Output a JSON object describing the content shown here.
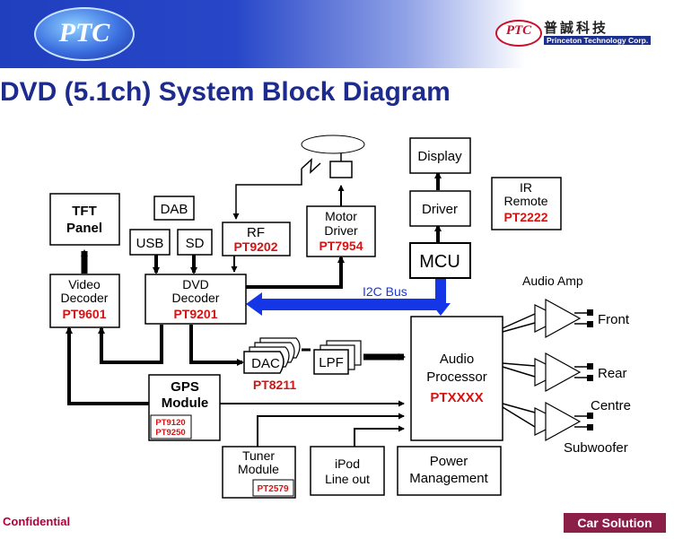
{
  "header": {
    "logo_left": "PTC",
    "logo_right": "PTC",
    "company_chinese": "普誠科技",
    "company_english": "Princeton Technology Corp."
  },
  "title": "DVD (5.1ch) System Block Diagram",
  "diagram": {
    "blocks": {
      "tft_panel": {
        "label": [
          "TFT",
          "Panel"
        ]
      },
      "dab": {
        "label": "DAB"
      },
      "usb": {
        "label": "USB"
      },
      "sd": {
        "label": "SD"
      },
      "rf": {
        "label": "RF",
        "part": "PT9202"
      },
      "motor_driver": {
        "label": [
          "Motor",
          "Driver"
        ],
        "part": "PT7954"
      },
      "display": {
        "label": "Display"
      },
      "driver": {
        "label": "Driver"
      },
      "ir_remote": {
        "label": [
          "IR",
          "Remote"
        ],
        "part": "PT2222"
      },
      "mcu": {
        "label": "MCU"
      },
      "video_decoder": {
        "label": [
          "Video",
          "Decoder"
        ],
        "part": "PT9601"
      },
      "dvd_decoder": {
        "label": [
          "DVD",
          "Decoder"
        ],
        "part": "PT9201"
      },
      "dac": {
        "label": "DAC",
        "part": "PT8211"
      },
      "lpf": {
        "label": "LPF"
      },
      "audio_processor": {
        "label": [
          "Audio",
          "Processor"
        ],
        "part": "PTXXXX"
      },
      "gps_module": {
        "label": [
          "GPS",
          "Module"
        ],
        "parts": [
          "PT9120",
          "PT9250"
        ]
      },
      "tuner_module": {
        "label": [
          "Tuner",
          "Module"
        ],
        "part": "PT2579"
      },
      "ipod": {
        "label": [
          "iPod",
          "Line out"
        ]
      },
      "power_management": {
        "label": [
          "Power",
          "Management"
        ]
      }
    },
    "bus_label": "I2C Bus",
    "audio_amp_label": "Audio Amp",
    "outputs": [
      "Front",
      "Rear",
      "Centre",
      "Subwoofer"
    ]
  },
  "footer": {
    "confidential": "Confidential",
    "badge": "Car Solution"
  },
  "colors": {
    "title": "#1d2b8f",
    "part_number": "#d41414",
    "bus": "#1436e6",
    "badge_bg": "#8b1f47",
    "confidential": "#b0003a"
  }
}
